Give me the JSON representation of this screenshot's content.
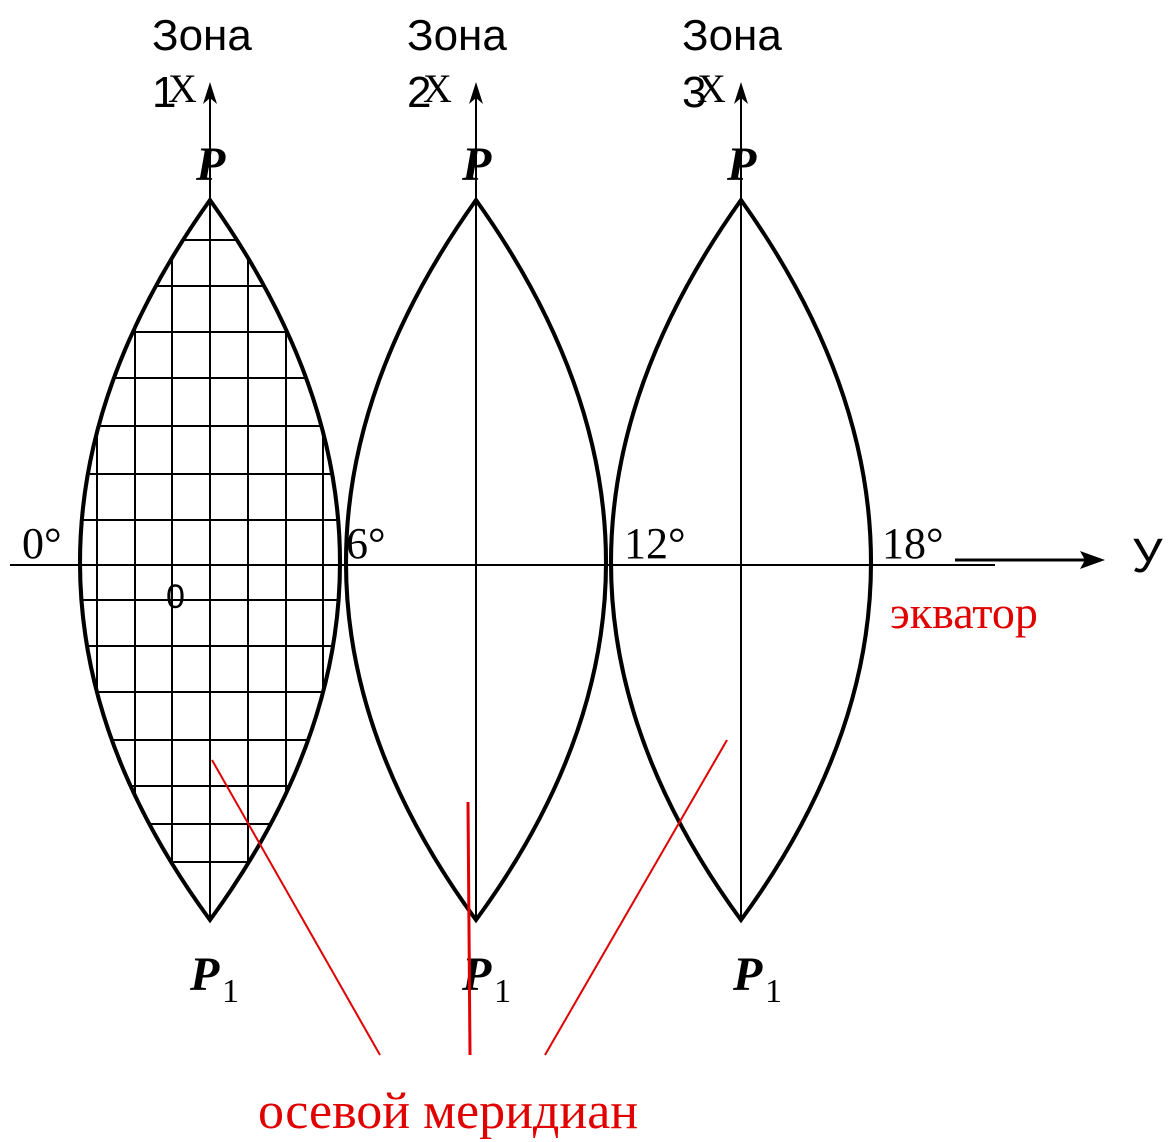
{
  "zones": [
    {
      "label": "Зона",
      "number": "1",
      "axis_label": "X",
      "pole_top": "P",
      "pole_bottom": "P",
      "pole_bottom_sub": "1"
    },
    {
      "label": "Зона",
      "number": "2",
      "axis_label": "X",
      "pole_top": "P",
      "pole_bottom": "P",
      "pole_bottom_sub": "1"
    },
    {
      "label": "Зона",
      "number": "3",
      "axis_label": "X",
      "pole_top": "P",
      "pole_bottom": "P",
      "pole_bottom_sub": "1"
    }
  ],
  "meridians": [
    "0°",
    "6°",
    "12°",
    "18°"
  ],
  "origin_label": "0",
  "y_axis_label": "У",
  "equator_label": "экватор",
  "axial_meridian_label": "осевой меридиан",
  "colors": {
    "line": "#000000",
    "annotation": "#e00000"
  }
}
